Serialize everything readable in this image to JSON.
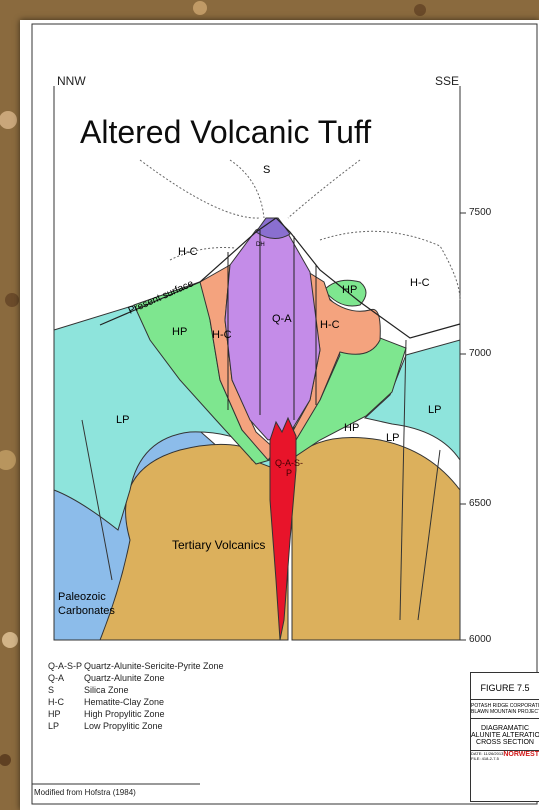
{
  "directions": {
    "left": "NNW",
    "right": "SSE"
  },
  "title": "Altered Volcanic Tuff",
  "labels": {
    "s": "S",
    "hc1": "H-C",
    "hc2": "H-C",
    "hc3": "H-C",
    "hc4": "H-C",
    "hp1": "HP",
    "hp2": "HP",
    "hp3": "HP",
    "qa": "Q-A",
    "qasp": "Q-A-S-P",
    "lp1": "LP",
    "lp2": "LP",
    "lp3": "LP",
    "present_surface": "Present surface",
    "tertiary": "Tertiary Volcanics",
    "paleozoic": "Paleozoic Carbonates",
    "dh": "DH"
  },
  "elevations": [
    "7500",
    "7000",
    "6500",
    "6000"
  ],
  "legend": [
    {
      "code": "Q-A-S-P",
      "desc": "Quartz-Alunite-Sericite-Pyrite Zone"
    },
    {
      "code": "Q-A",
      "desc": "Quartz-Alunite Zone"
    },
    {
      "code": "S",
      "desc": "Silica Zone"
    },
    {
      "code": "H-C",
      "desc": "Hematite-Clay Zone"
    },
    {
      "code": "HP",
      "desc": "High Propylitic Zone"
    },
    {
      "code": "LP",
      "desc": "Low Propylitic Zone"
    }
  ],
  "credit": "Modified from Hofstra (1984)",
  "figure_box": {
    "number": "FIGURE 7.5",
    "company": "POTASH RIDGE CORPORATION",
    "project": "BLAWN MOUNTAIN PROJECT",
    "title1": "DIAGRAMATIC",
    "title2": "ALUNITE ALTERATION",
    "title3": "CROSS SECTION",
    "date": "DATE: 11/26/2013",
    "file": "FILE: 418-2-7.5",
    "brand": "NORWEST"
  },
  "colors": {
    "qasp": "#e8142a",
    "qa": "#c48ce8",
    "s_cap": "#8a6fd0",
    "hc": "#f4a37e",
    "hp": "#7ee68f",
    "lp": "#8ee4dc",
    "paleozoic": "#8cbcea",
    "tertiary": "#dcb05c"
  }
}
